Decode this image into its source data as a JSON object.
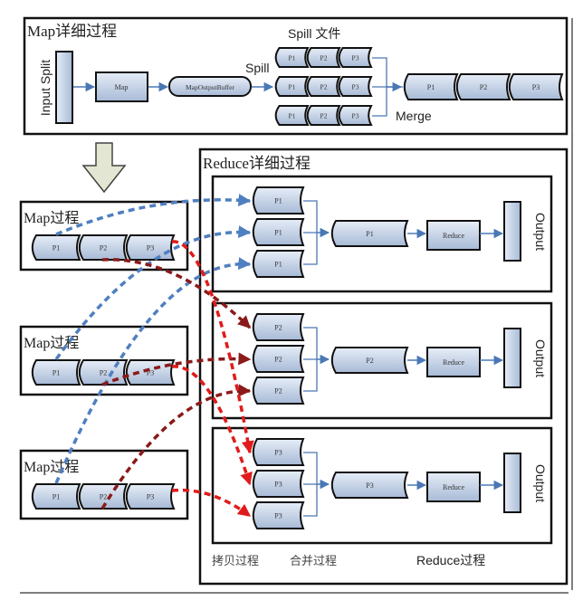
{
  "colors": {
    "node_fill_top": "#e3eaf5",
    "node_fill_bottom": "#a9bcd8",
    "node_stroke": "#111111",
    "flow_arrow": "#4a78b5",
    "p1_arrow": "#4f7fc0",
    "p2_arrow": "#8b1a1a",
    "p3_arrow": "#e01b1b",
    "big_arrow_fill": "#e3e6d2",
    "big_arrow_stroke": "#444444"
  },
  "map_detail": {
    "title": "Map详细过程",
    "input_split": "Input Split",
    "map_label": "Map",
    "buffer_label": "MapOutputBuffer",
    "spill_label": "Spill",
    "spill_files_label": "Spill 文件",
    "merge_label": "Merge",
    "spill_files": [
      [
        "P1",
        "P2",
        "P3"
      ],
      [
        "P1",
        "P2",
        "P3"
      ],
      [
        "P1",
        "P2",
        "P3"
      ]
    ],
    "merged_file": [
      "P1",
      "P2",
      "P3"
    ]
  },
  "map_processes": [
    {
      "title": "Map过程",
      "partitions": [
        "P1",
        "P2",
        "P3"
      ]
    },
    {
      "title": "Map过程",
      "partitions": [
        "P1",
        "P2",
        "P3"
      ]
    },
    {
      "title": "Map过程",
      "partitions": [
        "P1",
        "P2",
        "P3"
      ]
    }
  ],
  "reduce_detail": {
    "title": "Reduce详细过程",
    "groups": [
      {
        "copies": [
          "P1",
          "P1",
          "P1"
        ],
        "merged": "P1",
        "reduce": "Reduce",
        "output": "Output"
      },
      {
        "copies": [
          "P2",
          "P2",
          "P2"
        ],
        "merged": "P2",
        "reduce": "Reduce",
        "output": "Output"
      },
      {
        "copies": [
          "P3",
          "P3",
          "P3"
        ],
        "merged": "P3",
        "reduce": "Reduce",
        "output": "Output"
      }
    ],
    "phase_labels": {
      "copy": "拷贝过程",
      "merge": "合并过程",
      "reduce": "Reduce过程"
    }
  },
  "shuffle_links": [
    {
      "from_map": 0,
      "partition": "P1",
      "to_group": 0,
      "to_slot": 0
    },
    {
      "from_map": 1,
      "partition": "P1",
      "to_group": 0,
      "to_slot": 1
    },
    {
      "from_map": 2,
      "partition": "P1",
      "to_group": 0,
      "to_slot": 2
    },
    {
      "from_map": 0,
      "partition": "P2",
      "to_group": 1,
      "to_slot": 0
    },
    {
      "from_map": 1,
      "partition": "P2",
      "to_group": 1,
      "to_slot": 1
    },
    {
      "from_map": 2,
      "partition": "P2",
      "to_group": 1,
      "to_slot": 2
    },
    {
      "from_map": 0,
      "partition": "P3",
      "to_group": 2,
      "to_slot": 0
    },
    {
      "from_map": 1,
      "partition": "P3",
      "to_group": 2,
      "to_slot": 1
    },
    {
      "from_map": 2,
      "partition": "P3",
      "to_group": 2,
      "to_slot": 2
    }
  ]
}
